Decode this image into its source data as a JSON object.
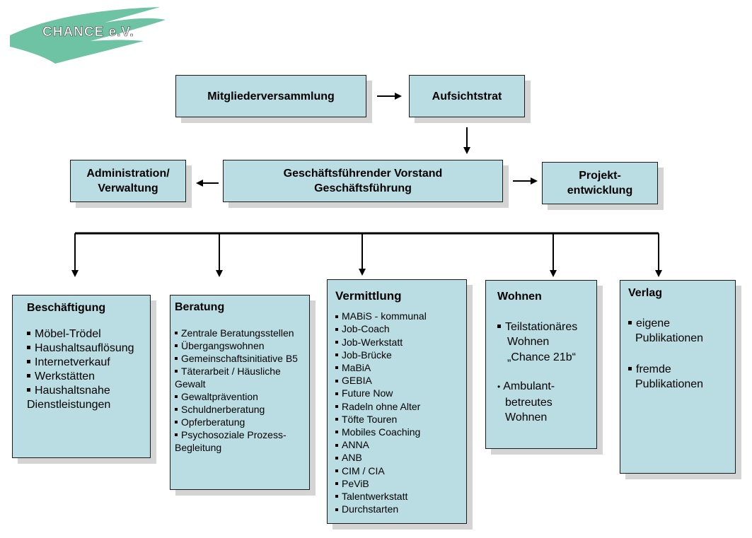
{
  "logo": {
    "text": "CHANCE e.V.",
    "color": "#6dc3a4"
  },
  "colors": {
    "box_fill": "#b9dde3",
    "box_border": "#1a1a1a",
    "shadow": "#d4d4d4"
  },
  "top": {
    "mitglieder": "Mitgliederversammlung",
    "aufsicht": "Aufsichtstrat"
  },
  "middle": {
    "admin_line1": "Administration/",
    "admin_line2": "Verwaltung",
    "vorstand_line1": "Geschäftsführender Vorstand",
    "vorstand_line2": "Geschäftsführung",
    "projekt_line1": "Projekt-",
    "projekt_line2": "entwicklung"
  },
  "beschaeftigung": {
    "title": "Beschäftigung",
    "items": [
      "Möbel-Trödel",
      "Haushaltsauflösung",
      "Internetverkauf",
      "Werkstätten",
      "Haushaltsnahe"
    ],
    "continuation": "Dienstleistungen"
  },
  "beratung": {
    "title": "Beratung",
    "items": [
      "Zentrale Beratungsstellen",
      "Übergangswohnen",
      "Gemeinschaftsinitiative B5",
      "Täterarbeit / Häusliche",
      "Gewaltprävention",
      "Schuldnerberatung",
      "Opferberatung",
      "Psychosoziale Prozess-"
    ],
    "continuation_1": "Gewalt",
    "continuation_2": "Begleitung"
  },
  "vermittlung": {
    "title": "Vermittlung",
    "items": [
      "MABiS - kommunal",
      "Job-Coach",
      "Job-Werkstatt",
      "Job-Brücke",
      "MaBiA",
      "GEBIA",
      "Future Now",
      "Radeln ohne Alter",
      "Töfte Touren",
      "Mobiles Coaching",
      "ANNA",
      "ANB",
      "CIM / CIA",
      "PeViB",
      "Talentwerkstatt",
      "Durchstarten"
    ]
  },
  "wohnen": {
    "title": "Wohnen",
    "item1_l1": "Teilstationäres",
    "item1_l2": "Wohnen",
    "item1_l3": "„Chance 21b“",
    "item2_l1": "Ambulant-",
    "item2_l2": "betreutes",
    "item2_l3": "Wohnen"
  },
  "verlag": {
    "title": "Verlag",
    "item1_l1": "eigene",
    "item1_l2": "Publikationen",
    "item2_l1": "fremde",
    "item2_l2": "Publikationen"
  }
}
